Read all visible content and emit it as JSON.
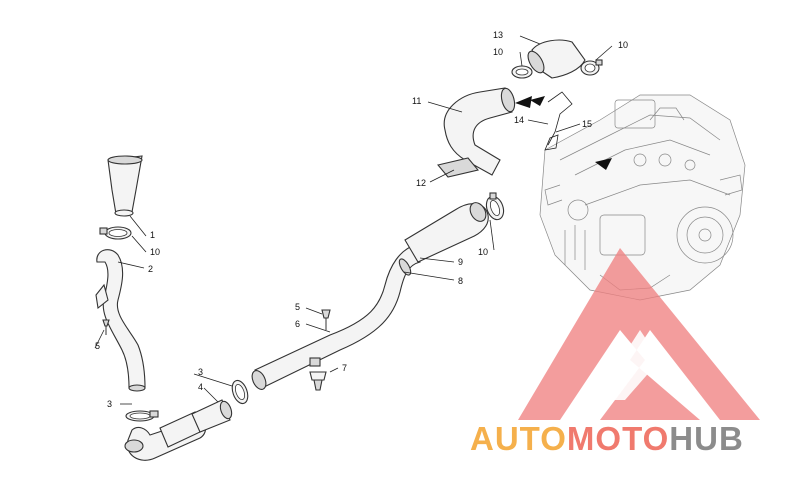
{
  "diagram": {
    "callouts": [
      {
        "id": "c1",
        "label": "1"
      },
      {
        "id": "c2",
        "label": "2"
      },
      {
        "id": "c3a",
        "label": "3"
      },
      {
        "id": "c3b",
        "label": "3"
      },
      {
        "id": "c4",
        "label": "4"
      },
      {
        "id": "c5a",
        "label": "5"
      },
      {
        "id": "c5b",
        "label": "5"
      },
      {
        "id": "c6",
        "label": "6"
      },
      {
        "id": "c7",
        "label": "7"
      },
      {
        "id": "c8",
        "label": "8"
      },
      {
        "id": "c9",
        "label": "9"
      },
      {
        "id": "c10a",
        "label": "10"
      },
      {
        "id": "c10b",
        "label": "10"
      },
      {
        "id": "c10c",
        "label": "10"
      },
      {
        "id": "c10d",
        "label": "10"
      },
      {
        "id": "c11",
        "label": "11"
      },
      {
        "id": "c12",
        "label": "12"
      },
      {
        "id": "c13",
        "label": "13"
      },
      {
        "id": "c14",
        "label": "14"
      },
      {
        "id": "c15",
        "label": "15"
      }
    ]
  },
  "watermark": {
    "part1": "AUTO",
    "part2": "MOTO",
    "part3": "HUB",
    "colors": {
      "logo_red": "#f08080",
      "auto_orange": "#f5b04c",
      "moto_red": "#f07a6e",
      "hub_gray": "#8c8c8c"
    }
  }
}
